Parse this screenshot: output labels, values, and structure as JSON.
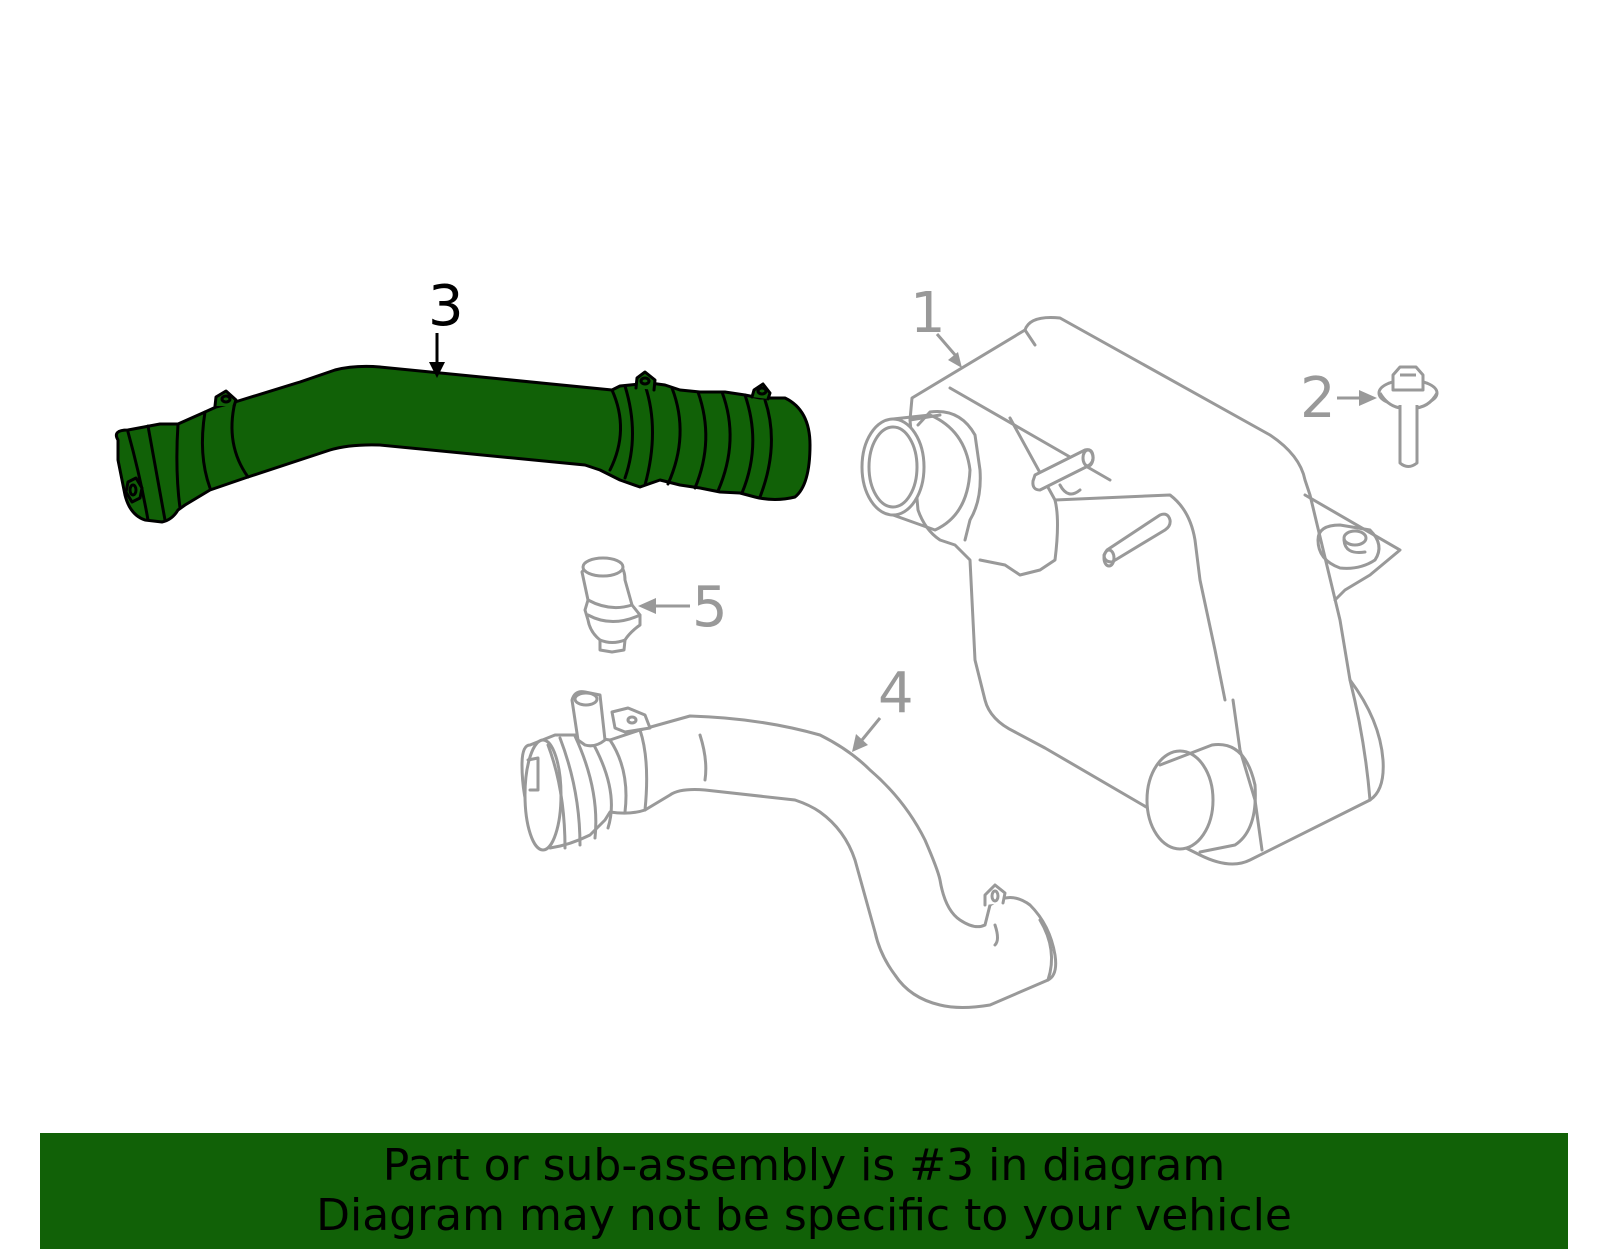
{
  "colors": {
    "highlight": "#116107",
    "outline_highlight": "#000000",
    "outline_other": "#999999",
    "banner_text": "#000000"
  },
  "callouts": {
    "part_1": "1",
    "part_2": "2",
    "part_3": "3",
    "part_4": "4",
    "part_5": "5"
  },
  "banner": {
    "line1": "Part or sub-assembly is #3 in diagram",
    "line2": "Diagram may not be specific to your vehicle"
  }
}
